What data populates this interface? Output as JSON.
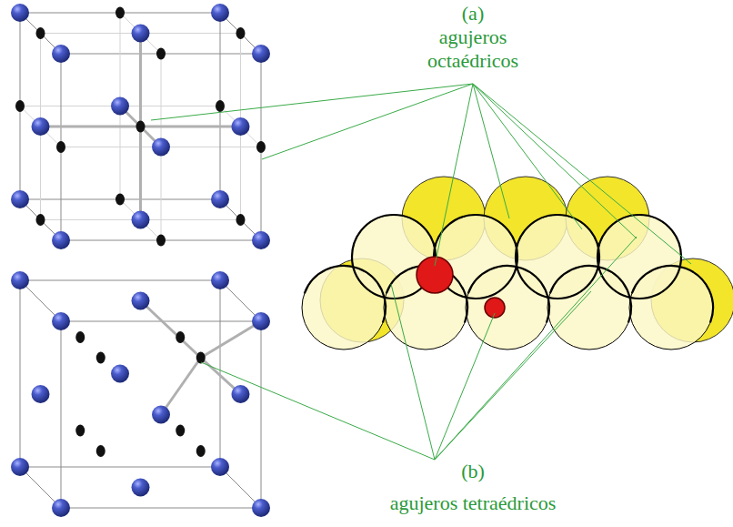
{
  "diagram": {
    "labels": [
      "(a)",
      "agujeros octaédricos",
      "(b)",
      "agujeros tetraédricos"
    ]
  }
}
